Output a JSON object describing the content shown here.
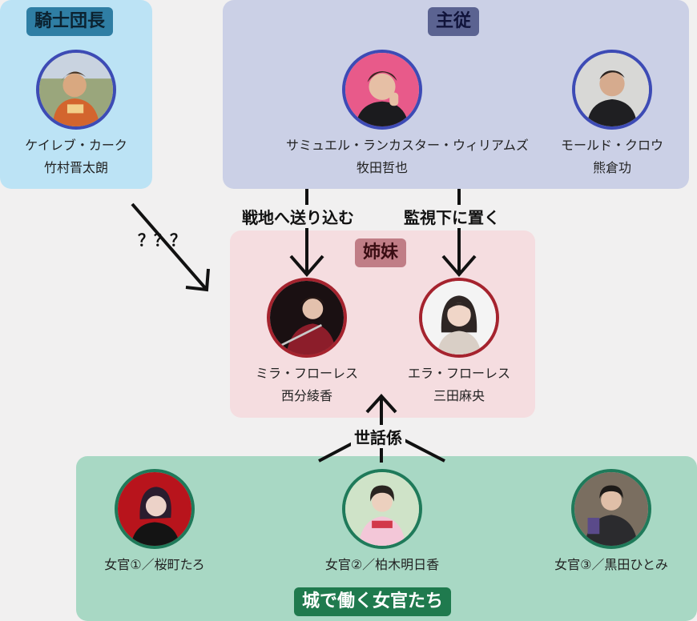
{
  "groups": {
    "knight": {
      "title": "騎士団長",
      "bg": "#bce3f5",
      "badge_bg": "#2f7ea4",
      "badge_color": "#0b2230"
    },
    "master": {
      "title": "主従",
      "bg": "#cbd0e6",
      "badge_bg": "#5b6391",
      "badge_color": "#10133a"
    },
    "sisters": {
      "title": "姉妹",
      "bg": "#f5dde0",
      "badge_bg": "#c07d86",
      "badge_color": "#3a0d13"
    },
    "maids": {
      "title": "城で働く女官たち",
      "bg": "#a8d8c4",
      "badge_bg": "#1f7a4e",
      "badge_color": "#ffffff"
    }
  },
  "people": {
    "caleb": {
      "name": "ケイレブ・カーク",
      "actor": "竹村晋太朗",
      "ring": "#3d4bb5"
    },
    "samuel": {
      "name": "サミュエル・ランカスター・ウィリアムズ",
      "actor": "牧田哲也",
      "ring": "#3d4bb5"
    },
    "mould": {
      "name": "モールド・クロウ",
      "actor": "熊倉功",
      "ring": "#3d4bb5"
    },
    "mira": {
      "name": "ミラ・フローレス",
      "actor": "西分綾香",
      "ring": "#a5232e"
    },
    "era": {
      "name": "エラ・フローレス",
      "actor": "三田麻央",
      "ring": "#a5232e"
    },
    "maid1": {
      "name": "女官①／桜町たろ",
      "ring": "#1f7a5a"
    },
    "maid2": {
      "name": "女官②／柏木明日香",
      "ring": "#1f7a5a"
    },
    "maid3": {
      "name": "女官③／黒田ひとみ",
      "ring": "#1f7a5a"
    }
  },
  "relations": {
    "send": "戦地へ送り込む",
    "watch": "監視下に置く",
    "unknown": "？？？",
    "care": "世話係"
  }
}
